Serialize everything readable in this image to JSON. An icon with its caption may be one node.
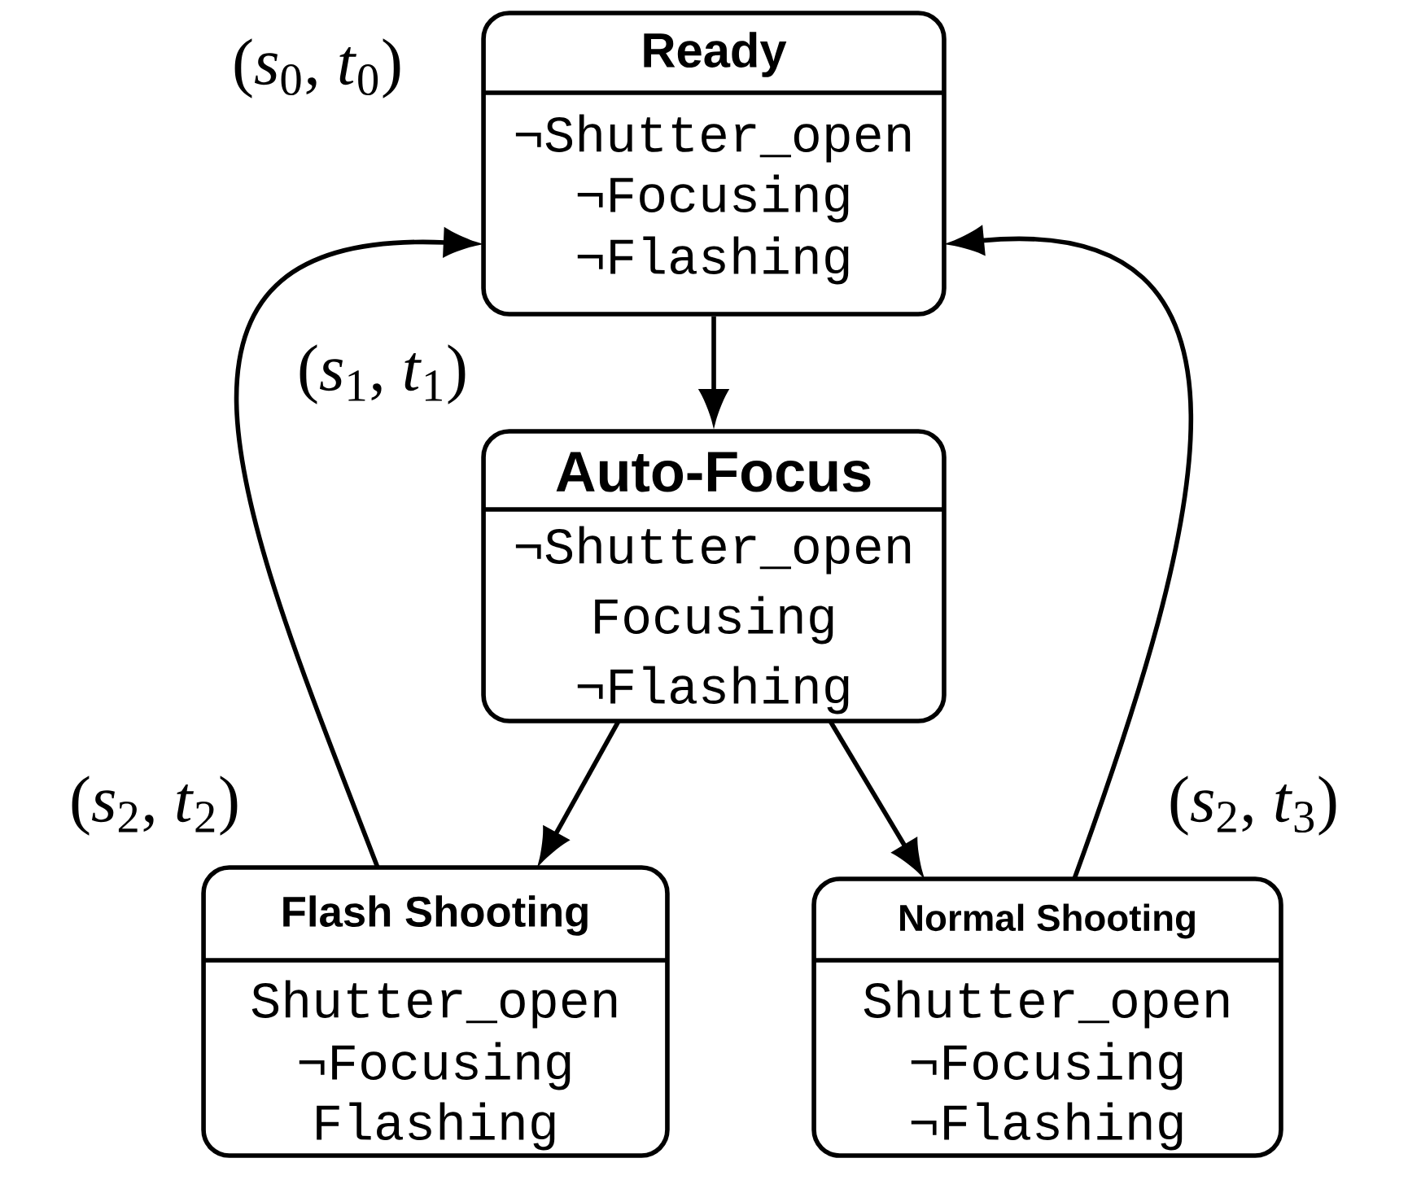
{
  "diagram": {
    "nodes": [
      {
        "text": [
          "Ready",
          "¬Shutter_open",
          "¬Focusing",
          "¬Flashing"
        ],
        "beside": [
          "(*s*$_{0}$, *t*$_{0}$)"
        ]
      },
      {
        "text": [
          "Auto-Focus",
          "¬Shutter_open",
          "Focusing",
          "¬Flashing"
        ],
        "beside": [
          "(*s*$_{1}$, *t*$_{1}$)"
        ]
      },
      {
        "text": [
          "Flash Shooting",
          "Shutter_open",
          "¬Focusing",
          "Flashing"
        ],
        "beside": [
          "(*s*$_{2}$, *t*$_{2}$)"
        ]
      },
      {
        "text": [
          "Normal Shooting",
          "Shutter_open",
          "¬Focusing",
          "¬Flashing"
        ],
        "beside": [
          "(*s*$_{2}$, *t*$_{3}$)"
        ]
      }
    ],
    "edges": [
      {
        "from": 0,
        "to": 1,
        "arrow": "to"
      },
      {
        "from": 1,
        "to": 2,
        "arrow": "to"
      },
      {
        "from": 1,
        "to": 3,
        "arrow": "to"
      },
      {
        "from": 2,
        "to": 0,
        "arrow": "to"
      },
      {
        "from": 3,
        "to": 0,
        "arrow": "to"
      }
    ]
  }
}
